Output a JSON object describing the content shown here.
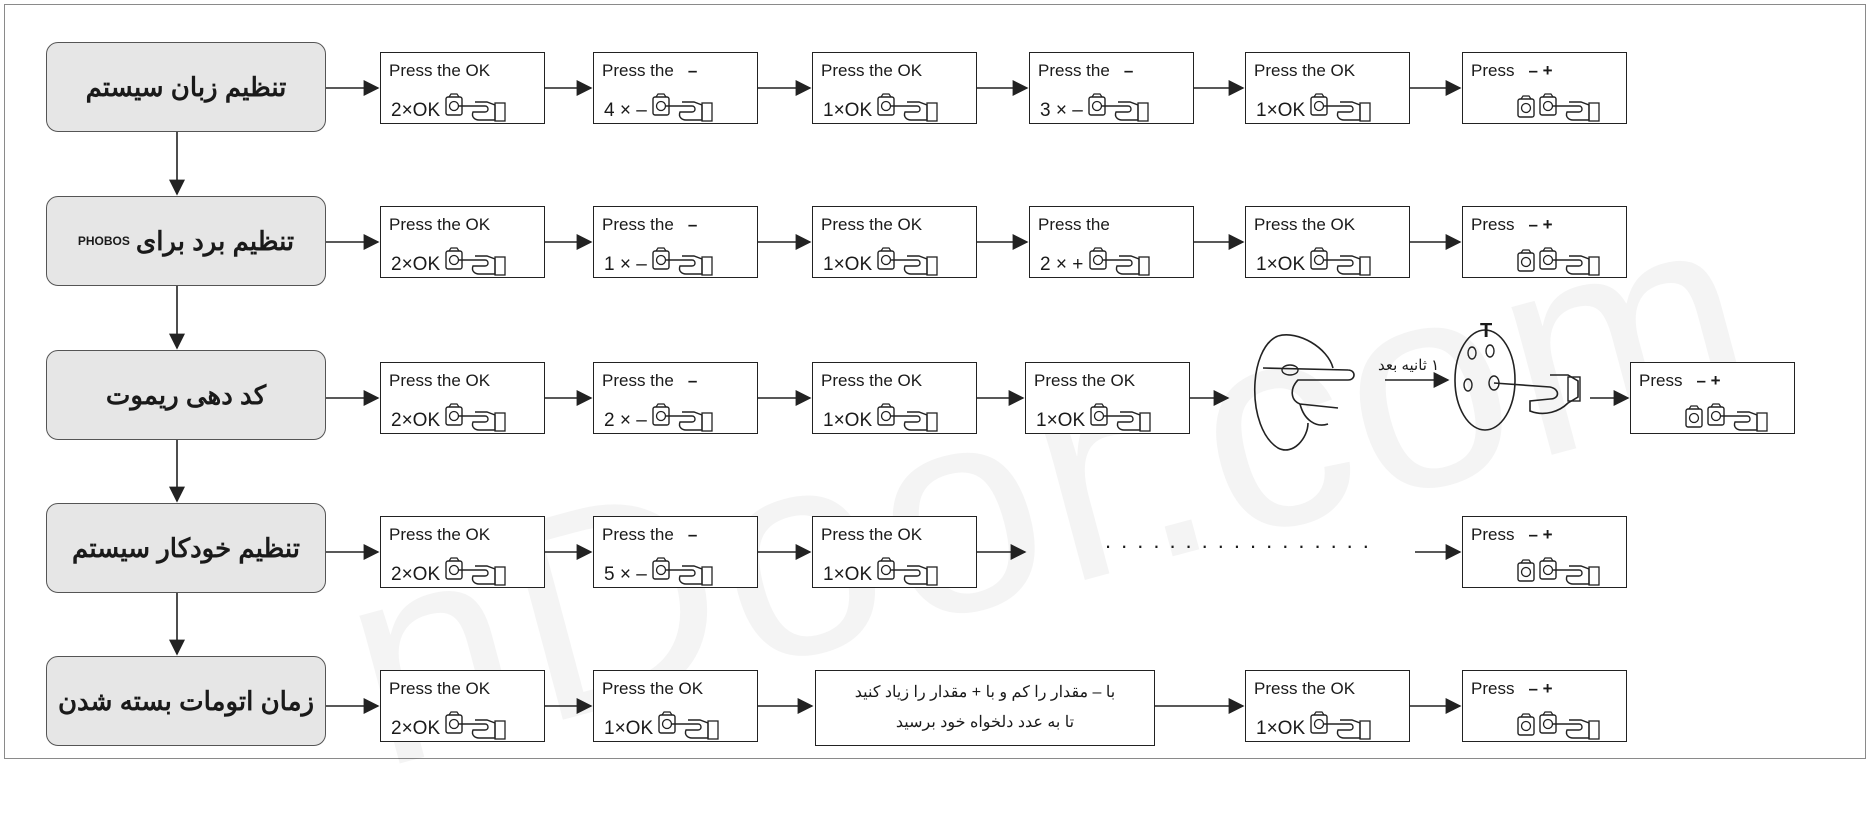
{
  "rows": [
    {
      "label": "تنظیم زبان سیستم",
      "label_small": "",
      "steps": [
        {
          "line1": "Press the OK",
          "count": "2",
          "key": "OK"
        },
        {
          "line1": "Press the",
          "sym": "–",
          "count": "4",
          "key": "–"
        },
        {
          "line1": "Press the OK",
          "count": "1",
          "key": "OK"
        },
        {
          "line1": "Press the",
          "sym": "–",
          "count": "3",
          "key": "–"
        },
        {
          "line1": "Press the OK",
          "count": "1",
          "key": "OK"
        },
        {
          "line1": "Press",
          "sym": "– +",
          "final": true
        }
      ]
    },
    {
      "label": "تنظیم برد برای",
      "label_small": "PHOBOS",
      "steps": [
        {
          "line1": "Press the OK",
          "count": "2",
          "key": "OK"
        },
        {
          "line1": "Press the",
          "sym": "–",
          "count": "1",
          "key": "–"
        },
        {
          "line1": "Press the OK",
          "count": "1",
          "key": "OK"
        },
        {
          "line1": "Press the",
          "count": "2",
          "key": "+"
        },
        {
          "line1": "Press the OK",
          "count": "1",
          "key": "OK"
        },
        {
          "line1": "Press",
          "sym": "– +",
          "final": true
        }
      ]
    },
    {
      "label": "کد دهی ریموت",
      "label_small": "",
      "steps": [
        {
          "line1": "Press the OK",
          "count": "2",
          "key": "OK"
        },
        {
          "line1": "Press the",
          "sym": "–",
          "count": "2",
          "key": "–"
        },
        {
          "line1": "Press the OK",
          "count": "1",
          "key": "OK"
        },
        {
          "line1": "Press the OK",
          "count": "1",
          "key": "OK"
        },
        {
          "line1": "Press",
          "sym": "– +",
          "final": true
        }
      ],
      "note": "۱ ثانیه بعد",
      "remote_letter": "T"
    },
    {
      "label": "تنظیم خودکار سیستم",
      "label_small": "",
      "steps": [
        {
          "line1": "Press the OK",
          "count": "2",
          "key": "OK"
        },
        {
          "line1": "Press the",
          "sym": "–",
          "count": "5",
          "key": "–"
        },
        {
          "line1": "Press the OK",
          "count": "1",
          "key": "OK"
        },
        {
          "line1": "Press",
          "sym": "– +",
          "final": true
        }
      ],
      "dots": "................."
    },
    {
      "label": "زمان اتومات بسته شدن",
      "label_small": "",
      "steps": [
        {
          "line1": "Press the OK",
          "count": "2",
          "key": "OK"
        },
        {
          "line1": "Press the OK",
          "count": "1",
          "key": "OK"
        },
        {
          "line1": "Press the OK",
          "count": "1",
          "key": "OK"
        },
        {
          "line1": "Press",
          "sym": "– +",
          "final": true
        }
      ],
      "message_line1": "با – مقدار را کم و با + مقدار را زیاد کنید",
      "message_line2": "تا به عدد دلخواه خود برسید"
    }
  ],
  "times_sign": "×",
  "watermark": "nDoor.com"
}
